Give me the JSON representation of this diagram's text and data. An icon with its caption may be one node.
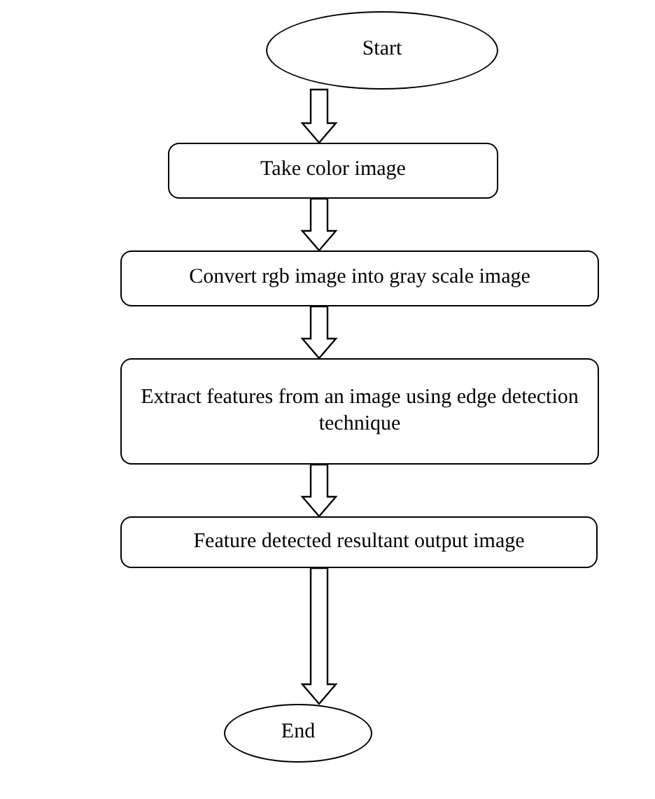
{
  "diagram": {
    "nodes": [
      {
        "text": [
          "Start"
        ]
      },
      {
        "text": [
          "Take color image"
        ]
      },
      {
        "text": [
          "Convert rgb image into gray scale image"
        ]
      },
      {
        "text": [
          "Extract features from an image using edge detection technique"
        ]
      },
      {
        "text": [
          "Feature detected resultant output image"
        ]
      },
      {
        "text": [
          "End"
        ]
      }
    ],
    "edges": [
      {
        "from": 0,
        "to": 1,
        "arrow": "to"
      },
      {
        "from": 1,
        "to": 2,
        "arrow": "to"
      },
      {
        "from": 2,
        "to": 3,
        "arrow": "to"
      },
      {
        "from": 3,
        "to": 4,
        "arrow": "to"
      },
      {
        "from": 4,
        "to": 5,
        "arrow": "to"
      }
    ]
  }
}
